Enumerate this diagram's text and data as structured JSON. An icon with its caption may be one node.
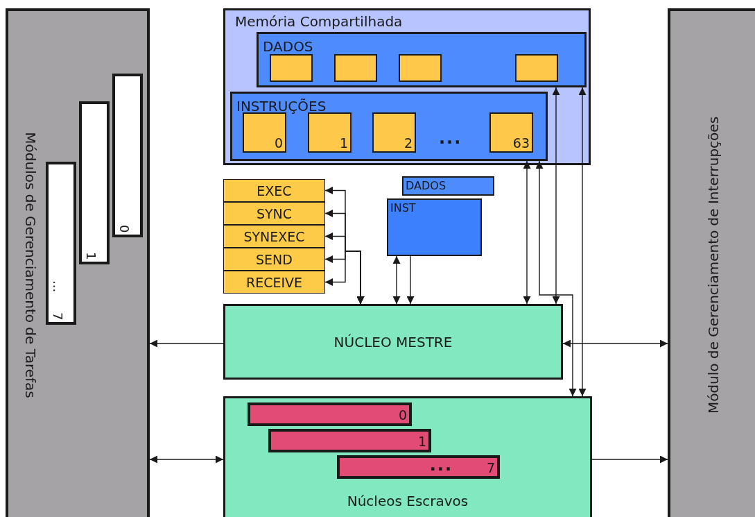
{
  "diagram": {
    "nodes": [
      {
        "text": [
          "Módulos de Gerenciamento de Tarefas"
        ]
      },
      {
        "text": [
          "0"
        ],
        "in": 0
      },
      {
        "text": [
          "1"
        ],
        "in": 0
      },
      {
        "text": [
          "...",
          "7"
        ],
        "in": 0
      },
      {
        "text": [
          "Memória Compartilhada"
        ]
      },
      {
        "text": [
          "DADOS"
        ],
        "in": 4
      },
      {
        "text": [],
        "shape": "box",
        "in": 5
      },
      {
        "text": [],
        "shape": "box",
        "in": 5
      },
      {
        "text": [],
        "shape": "box",
        "in": 5
      },
      {
        "text": [],
        "shape": "box",
        "in": 5
      },
      {
        "text": [
          "INSTRUÇÕES",
          "..."
        ],
        "in": 4
      },
      {
        "text": [
          "0"
        ],
        "in": 10
      },
      {
        "text": [
          "1"
        ],
        "in": 10
      },
      {
        "text": [
          "2"
        ],
        "in": 10
      },
      {
        "text": [
          "63"
        ],
        "in": 10
      },
      {
        "text": [
          "EXEC"
        ]
      },
      {
        "text": [
          "SYNC"
        ]
      },
      {
        "text": [
          "SYNEXEC"
        ]
      },
      {
        "text": [
          "SEND"
        ]
      },
      {
        "text": [
          "RECEIVE"
        ]
      },
      {
        "text": [
          "DADOS"
        ]
      },
      {
        "text": [
          "INST"
        ]
      },
      {
        "text": [
          "NÚCLEO MESTRE"
        ]
      },
      {
        "text": [
          "Núcleos Escravos"
        ]
      },
      {
        "text": [
          "0"
        ],
        "in": 23
      },
      {
        "text": [
          "1"
        ],
        "in": 23
      },
      {
        "text": [
          "...",
          "7"
        ],
        "in": 23
      },
      {
        "text": [
          "Módulo de Gerenciamento de Interrupções"
        ]
      }
    ],
    "edges": [
      {
        "from": 15,
        "to": 22,
        "arrow": "both"
      },
      {
        "from": 16,
        "to": 22,
        "arrow": "both"
      },
      {
        "from": 17,
        "to": 22,
        "arrow": "both"
      },
      {
        "from": 18,
        "to": 22,
        "arrow": "both"
      },
      {
        "from": 19,
        "to": 22,
        "arrow": "both"
      },
      {
        "from": 21,
        "to": 22,
        "arrow": "both"
      },
      {
        "from": 21,
        "to": 22,
        "arrow": "to"
      },
      {
        "from": 10,
        "to": 22,
        "arrow": "both"
      },
      {
        "from": 10,
        "to": 23,
        "arrow": "both"
      },
      {
        "from": 5,
        "to": 22,
        "arrow": "both"
      },
      {
        "from": 5,
        "to": 23,
        "arrow": "both"
      },
      {
        "from": 22,
        "to": 0,
        "arrow": "to"
      },
      {
        "from": 22,
        "to": 27,
        "arrow": "both"
      },
      {
        "from": 0,
        "to": 23,
        "arrow": "both"
      },
      {
        "from": 23,
        "to": 27,
        "arrow": "to"
      }
    ]
  }
}
